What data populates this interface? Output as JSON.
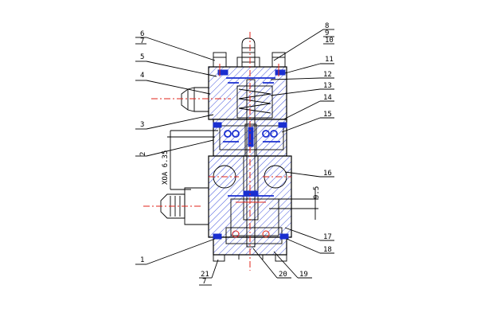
{
  "drawing": {
    "callouts": {
      "c1": "1",
      "c2": "2",
      "c3": "3",
      "c4": "4",
      "c5": "5",
      "c6": "6",
      "c7": "7",
      "c8": "8",
      "c9": "9",
      "c10": "10",
      "c11": "11",
      "c12": "12",
      "c13": "13",
      "c14": "14",
      "c15": "15",
      "c16": "16",
      "c17": "17",
      "c18": "18",
      "c19": "19",
      "c20": "20",
      "c21": "21",
      "c7b": "7"
    },
    "dimensions": {
      "vertical": "XOA 6.35",
      "stroke": "9.5"
    }
  }
}
